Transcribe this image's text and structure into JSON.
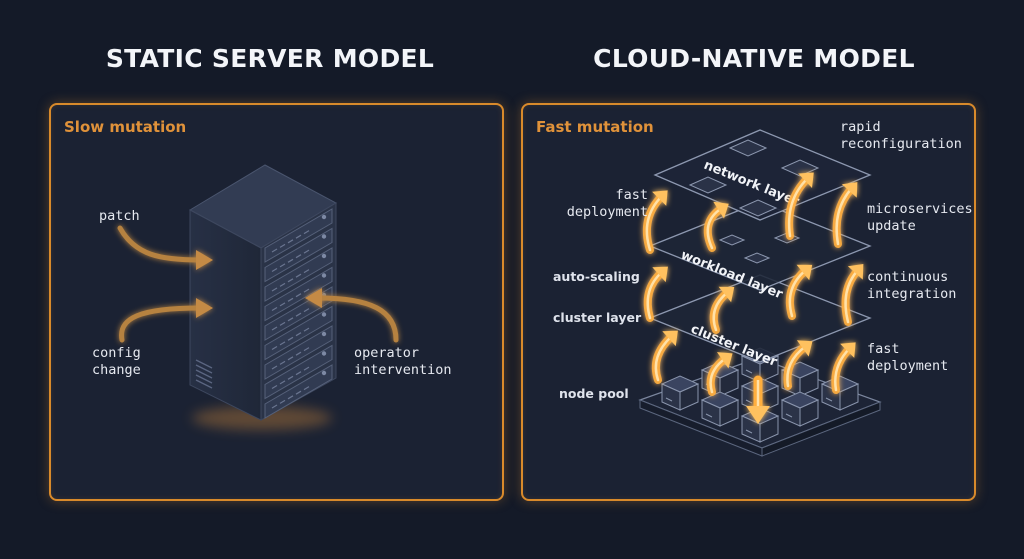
{
  "titles": {
    "left": "STATIC SERVER MODEL",
    "right": "CLOUD-NATIVE MODEL"
  },
  "left_panel": {
    "label": "Slow mutation",
    "inputs": {
      "patch": "patch",
      "config_change": "config\nchange",
      "operator_intervention": "operator\nintervention"
    }
  },
  "right_panel": {
    "label": "Fast mutation",
    "layers": {
      "network": "network layer",
      "workload": "workload layer",
      "cluster": "cluster layer"
    },
    "side_labels": {
      "fast_deployment_top": "fast\ndeployment",
      "auto_scaling": "auto-scaling",
      "cluster_layer": "cluster layer",
      "node_pool": "node pool",
      "rapid_reconfiguration": "rapid\nreconfiguration",
      "microservices_update": "microservices\nupdate",
      "continuous_integration": "continuous\nintegration",
      "fast_deployment_bottom": "fast\ndeployment"
    }
  },
  "colors": {
    "accent": "#e0923a",
    "arrow_glow": "#ffb347",
    "background": "#141a28",
    "panel": "#1b2233",
    "server_body": "#262f42"
  }
}
